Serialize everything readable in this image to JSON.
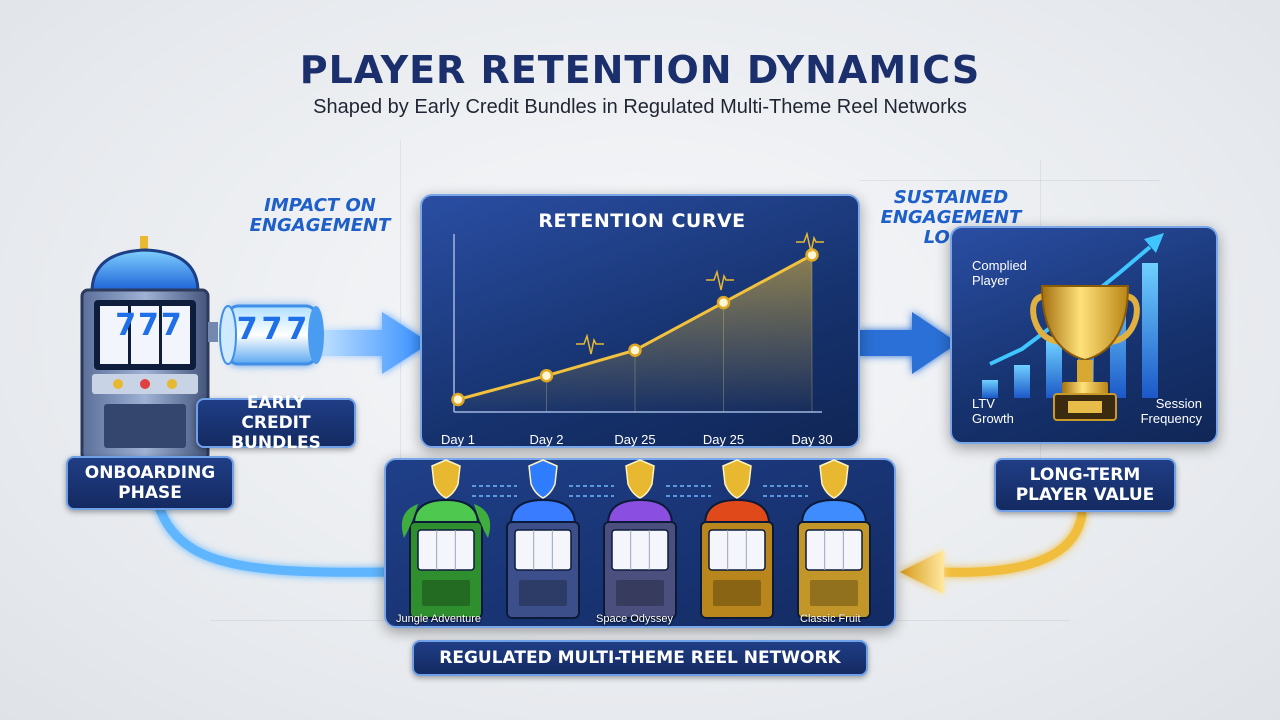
{
  "header": {
    "title": "PLAYER RETENTION DYNAMICS",
    "subtitle": "Shaped by Early Credit Bundles in Regulated Multi-Theme Reel Networks"
  },
  "labels": {
    "impact": "IMPACT ON ENGAGEMENT",
    "sustained": "SUSTAINED ENGAGEMENT LOOP",
    "early_credit": "EARLY CREDIT BUNDLES",
    "onboarding": "ONBOARDING PHASE",
    "long_term": "LONG-TERM PLAYER VALUE",
    "network": "REGULATED MULTI-THEME REEL NETWORK"
  },
  "retention": {
    "title": "RETENTION CURVE"
  },
  "chart_data": {
    "type": "area",
    "title": "RETENTION CURVE",
    "categories": [
      "Day 1",
      "Day 2",
      "Day 25",
      "Day 25",
      "Day 30"
    ],
    "values": [
      5,
      19,
      34,
      62,
      90
    ],
    "ylim": [
      0,
      100
    ],
    "grid": false
  },
  "value_panel": {
    "complied": "Complied Player",
    "ltv": "LTV Growth",
    "session": "Session Frequency",
    "bars": [
      0.12,
      0.22,
      0.38,
      0.55,
      0.72,
      0.9
    ]
  },
  "machines": {
    "jungle": "Jungle Adventure",
    "space": "Space Odyssey",
    "fruit": "Classic Fruit"
  },
  "reel_text": "777",
  "colors": {
    "navy": "#16326e",
    "accent_blue": "#1e5fc9",
    "gold": "#e8b830",
    "glow_blue": "#3da2ff"
  }
}
